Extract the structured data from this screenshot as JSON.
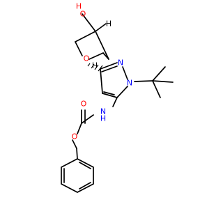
{
  "molecule": {
    "labels": {
      "hydroxyl_h": "H",
      "hydroxyl_o": "O",
      "ring_o": "O",
      "pyrazole_n2": "N",
      "pyrazole_n1": "N",
      "carbamate_n": "N",
      "carbamate_h": "H",
      "carbonyl_o": "O",
      "ester_o": "O",
      "stereo_h_c3": "H",
      "stereo_h_c2": "H"
    },
    "colors": {
      "oxygen": "#ff0000",
      "nitrogen": "#0000ff",
      "carbon": "#000000",
      "background": "#ffffff"
    }
  }
}
